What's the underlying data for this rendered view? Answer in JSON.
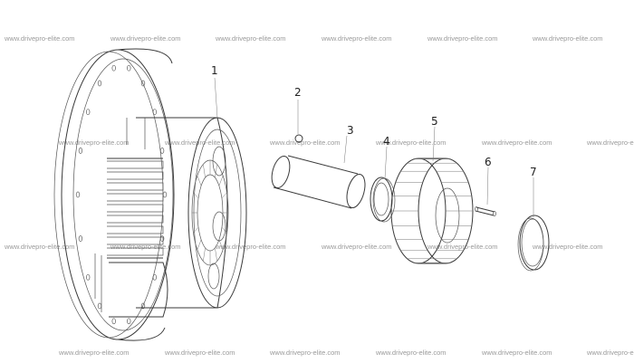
{
  "watermark": {
    "text": "www.drivepro-elite.com"
  },
  "callouts": [
    {
      "id": "1",
      "label": "1",
      "part": "planetary-carrier-hub"
    },
    {
      "id": "2",
      "label": "2",
      "part": "ball"
    },
    {
      "id": "3",
      "label": "3",
      "part": "planet-shaft"
    },
    {
      "id": "4",
      "label": "4",
      "part": "thrust-washer"
    },
    {
      "id": "5",
      "label": "5",
      "part": "planet-gear"
    },
    {
      "id": "6",
      "label": "6",
      "part": "pin"
    },
    {
      "id": "7",
      "label": "7",
      "part": "thrust-washer"
    }
  ],
  "colors": {
    "line": "#3a3a3a",
    "watermark": "#9a9a9a",
    "background": "#ffffff"
  }
}
